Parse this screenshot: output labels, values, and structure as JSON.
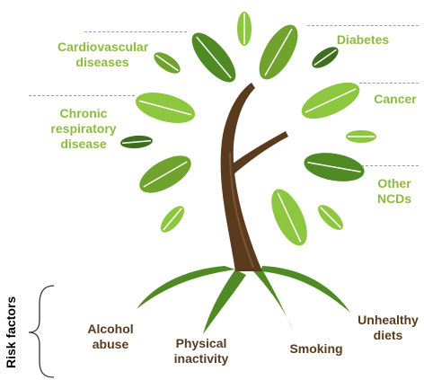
{
  "outcomes": {
    "cardiovascular": "Cardiovascular\ndiseases",
    "chronic_respiratory": "Chronic\nrespiratory\ndisease",
    "diabetes": "Diabetes",
    "cancer": "Cancer",
    "other_ncds": "Other\nNCDs"
  },
  "risk_factors": {
    "title": "Risk factors",
    "alcohol": "Alcohol\nabuse",
    "physical_inactivity": "Physical\ninactivity",
    "smoking": "Smoking",
    "unhealthy_diets": "Unhealthy\ndiets"
  },
  "colors": {
    "leaf_light": "#8dc63f",
    "leaf_mid": "#6fa32e",
    "leaf_dark": "#3f6f1e",
    "trunk": "#5a3b1e",
    "label_green": "#8dbb3f",
    "label_brown": "#5a3b1e"
  }
}
